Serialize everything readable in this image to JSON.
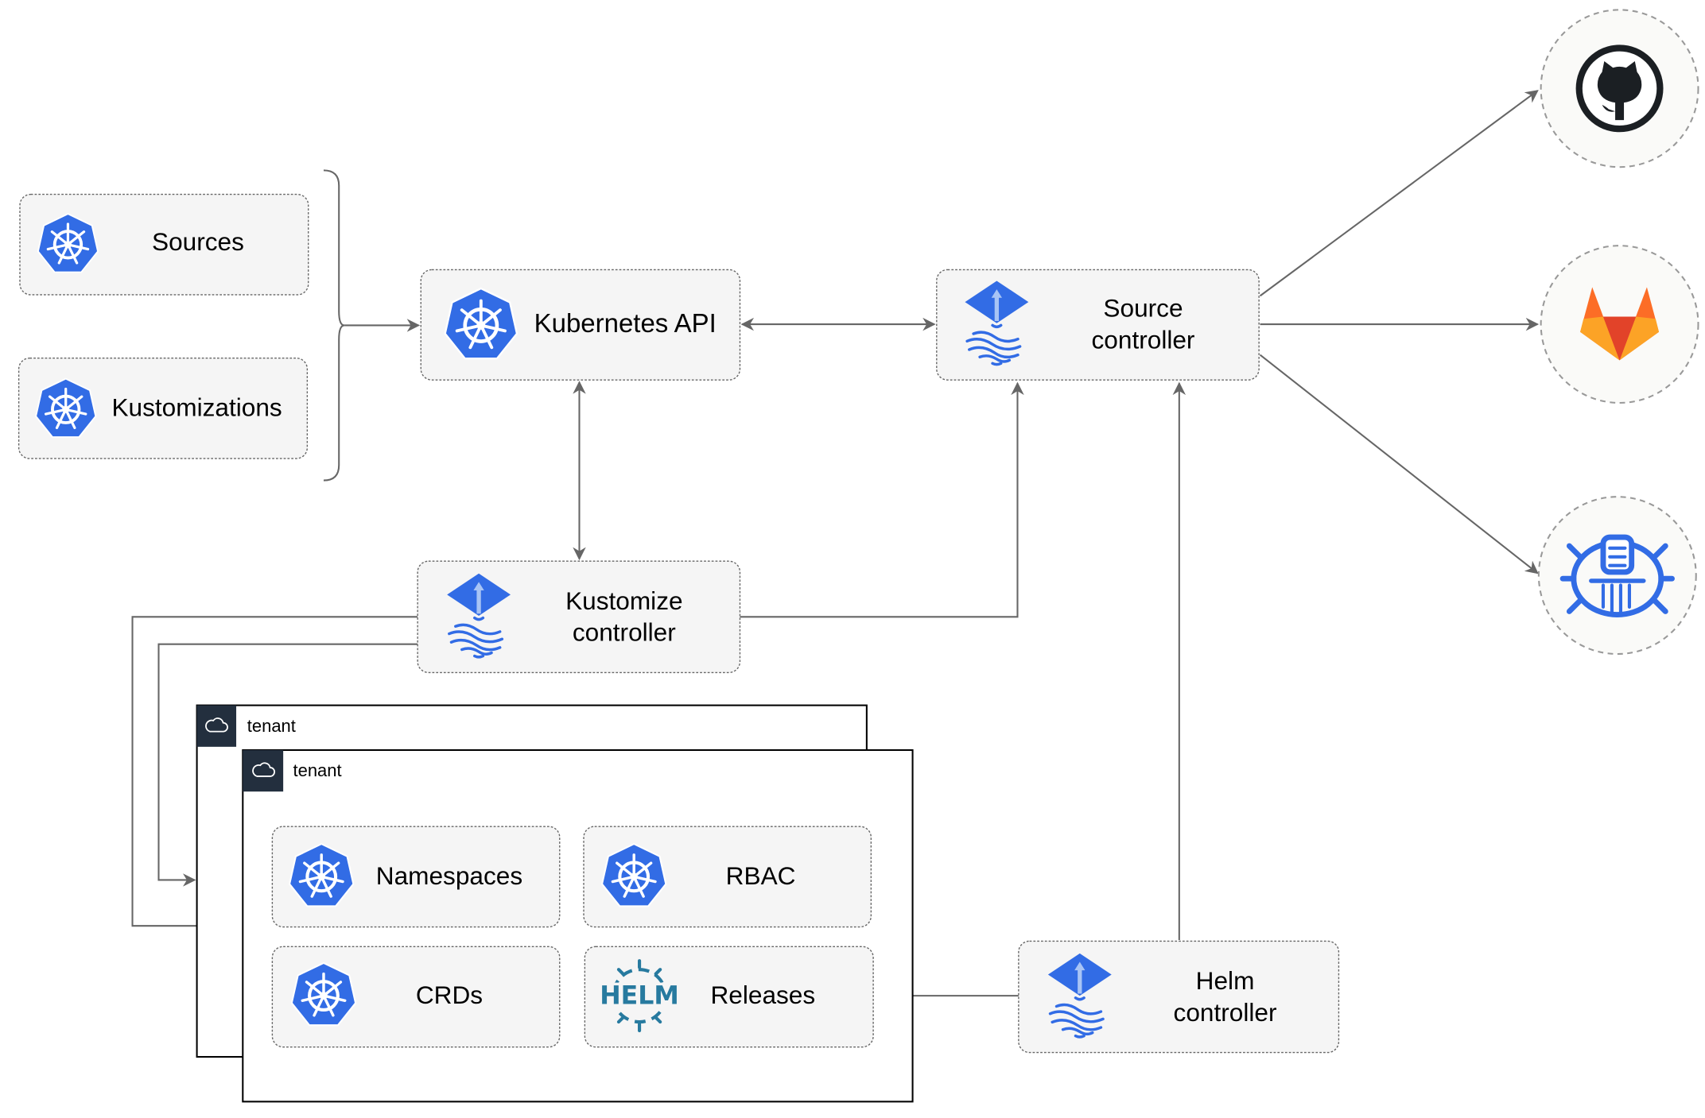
{
  "nodes": {
    "sources": "Sources",
    "kustomizations": "Kustomizations",
    "kubernetes_api": "Kubernetes API",
    "source_controller": [
      "Source",
      "controller"
    ],
    "kustomize_controller": [
      "Kustomize",
      "controller"
    ],
    "helm_controller": [
      "Helm",
      "controller"
    ],
    "namespaces": "Namespaces",
    "rbac": "RBAC",
    "crds": "CRDs",
    "releases": "Releases"
  },
  "tenants": [
    "tenant",
    "tenant"
  ],
  "helm_logo_text": "HELM",
  "external_sources": [
    {
      "icon": "github-icon"
    },
    {
      "icon": "gitlab-icon"
    },
    {
      "icon": "bucket-icon"
    }
  ],
  "colors": {
    "kubernetes_blue": "#326ce5",
    "box_fill": "#f5f5f5",
    "edge": "#666666",
    "gitlab_orange": "#e24329",
    "helm_blue": "#277a9f",
    "github_dark": "#1b1f23"
  }
}
